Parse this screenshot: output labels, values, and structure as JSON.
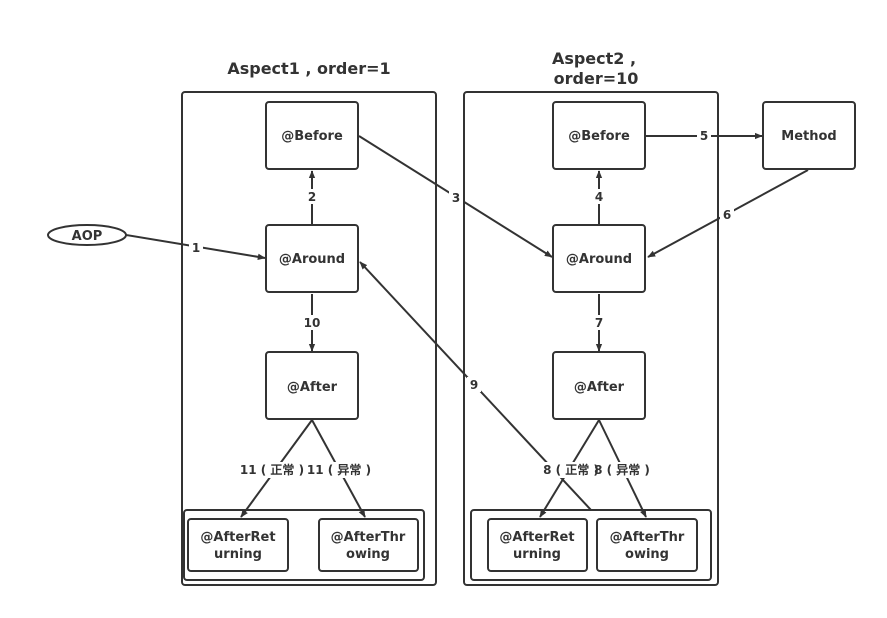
{
  "titles": {
    "aspect1": "Aspect1 , order=1",
    "aspect2_line1": "Aspect2 ,",
    "aspect2_line2": "order=10"
  },
  "nodes": {
    "aop": "AOP",
    "method": "Method",
    "a1_before": "@Before",
    "a1_around": "@Around",
    "a1_after": "@After",
    "a1_afterreturning_l1": "@AfterRet",
    "a1_afterreturning_l2": "urning",
    "a1_afterthrowing_l1": "@AfterThr",
    "a1_afterthrowing_l2": "owing",
    "a2_before": "@Before",
    "a2_around": "@Around",
    "a2_after": "@After",
    "a2_afterreturning_l1": "@AfterRet",
    "a2_afterreturning_l2": "urning",
    "a2_afterthrowing_l1": "@AfterThr",
    "a2_afterthrowing_l2": "owing"
  },
  "edges": {
    "e1": "1",
    "e2": "2",
    "e3": "3",
    "e4": "4",
    "e5": "5",
    "e6": "6",
    "e7": "7",
    "e8_normal": "8 ( 正常 )",
    "e8_exception": "8 ( 异常 )",
    "e9": "9",
    "e10": "10",
    "e11_normal": "11 ( 正常 )",
    "e11_exception": "11 ( 异常 )"
  }
}
